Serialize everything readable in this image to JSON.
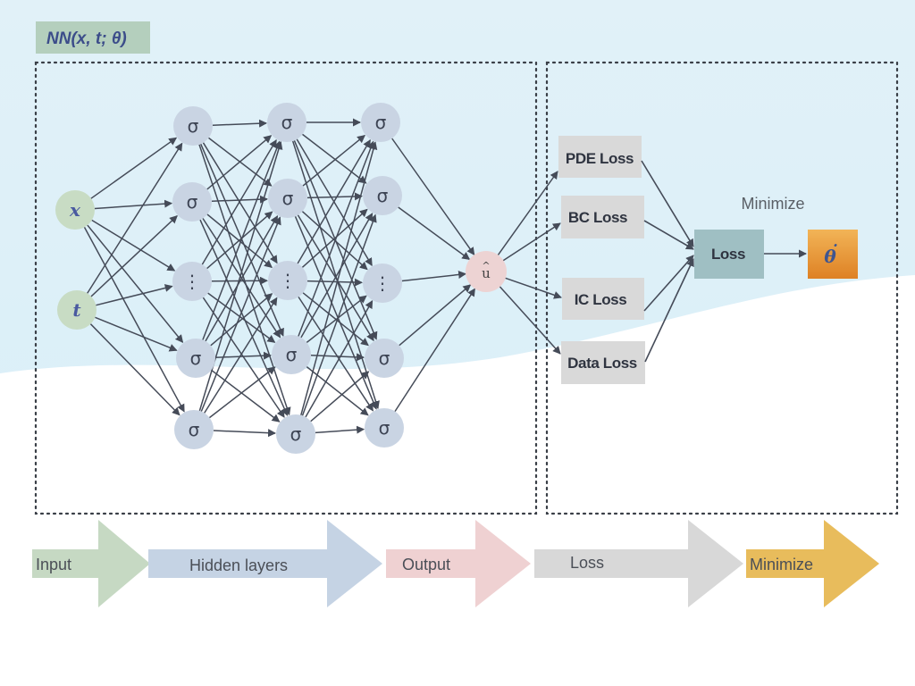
{
  "title": "NN(x, t; θ)",
  "inputs": [
    "x",
    "t"
  ],
  "hidden_layers": [
    [
      "σ",
      "σ",
      "⋮",
      "σ",
      "σ"
    ],
    [
      "σ",
      "σ",
      "⋮",
      "σ",
      "σ"
    ],
    [
      "σ",
      "σ",
      "⋮",
      "σ",
      "σ"
    ]
  ],
  "output": {
    "label": "u",
    "accent": "^"
  },
  "losses": [
    "PDE Loss",
    "BC Loss",
    "IC Loss",
    "Data Loss"
  ],
  "total_loss": "Loss",
  "minimize_label": "Minimize",
  "result": {
    "label": "θ",
    "accent": "·"
  },
  "flow": [
    "Input",
    "Hidden layers",
    "Output",
    "Loss",
    "Minimize"
  ],
  "colors": {
    "input_node": "#c8dcc4",
    "hidden_node": "#c9d4e3",
    "output_node": "#edd3d3",
    "loss_box": "#d9d9d9",
    "total_loss_box": "#9fbfc3",
    "result_box": "#e7962f",
    "title_box": "#b4cfbd",
    "arrow_input": "#c6d9c3",
    "arrow_hidden": "#c5d3e4",
    "arrow_output": "#efd1d2",
    "arrow_loss": "#d8d8d8",
    "arrow_minimize": "#e8bc5c"
  }
}
